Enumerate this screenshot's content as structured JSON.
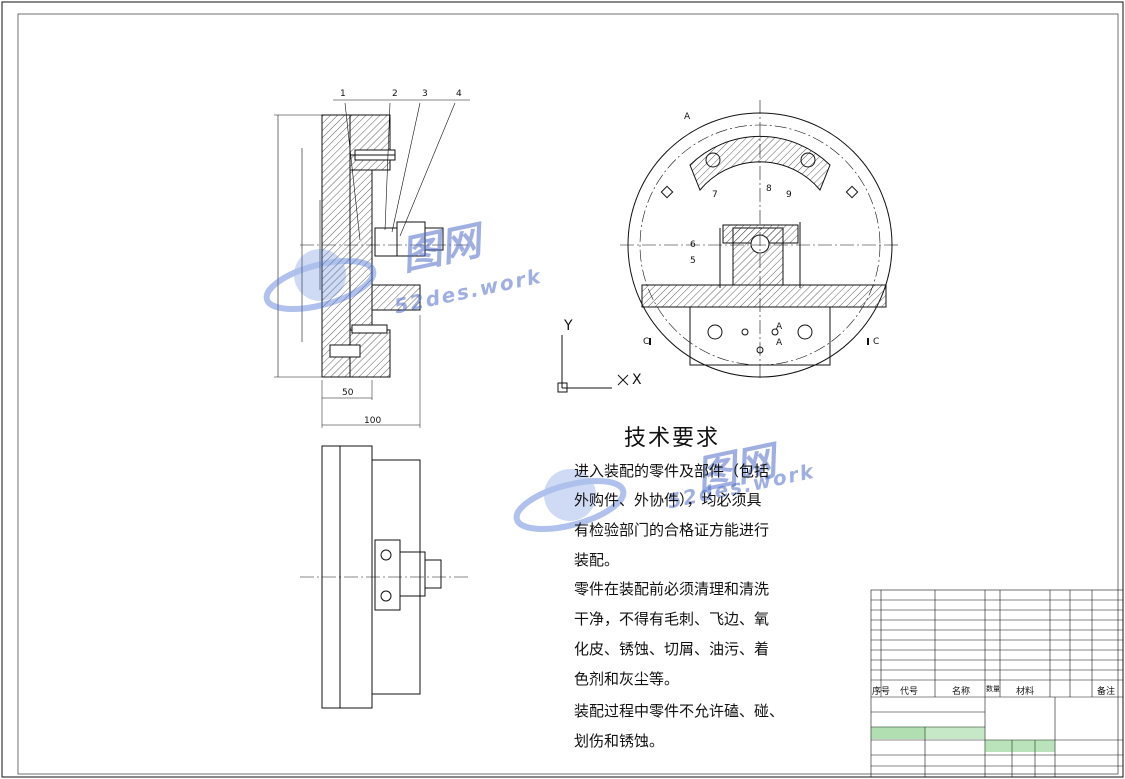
{
  "technical_requirements": {
    "title": "技术要求",
    "lines": [
      "进入装配的零件及部件（包括",
      "外购件、外协件），均必须具",
      "有检验部门的合格证方能进行",
      "装配。",
      "零件在装配前必须清理和清洗",
      "干净，不得有毛刺、飞边、氧",
      "化皮、锈蚀、切屑、油污、着",
      "色剂和灰尘等。",
      "装配过程中零件不允许磕、碰、",
      "划伤和锈蚀。"
    ]
  },
  "part_balloons": [
    "1",
    "2",
    "3",
    "4",
    "5",
    "6",
    "7",
    "8",
    "9"
  ],
  "section_marks": {
    "a": "A",
    "c": "C"
  },
  "dimensions": {
    "width_a": "50",
    "width_b": "100"
  },
  "axis_labels": {
    "y": "Y",
    "x": "X"
  },
  "watermark": {
    "brand": "图网",
    "url": "52des.work"
  },
  "bom": {
    "header": {
      "no": "序号",
      "code": "代号",
      "name": "名称",
      "qty": "数量",
      "material": "材料",
      "note": "备注"
    }
  },
  "colors": {
    "line": "#111111",
    "hatch": "#333333",
    "watermark": "#5a7bd0",
    "title_block_green": "#1fa31f"
  }
}
